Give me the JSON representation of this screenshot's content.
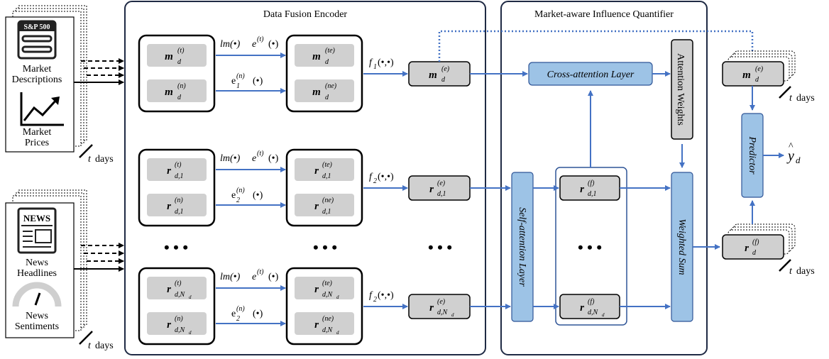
{
  "panels": {
    "encoder_title": "Data Fusion Encoder",
    "quantifier_title": "Market-aware Influence Quantifier"
  },
  "inputs": {
    "sp500": "S&P 500",
    "market_descriptions": [
      "Market",
      "Descriptions"
    ],
    "market_prices": [
      "Market",
      "Prices"
    ],
    "news_logo": "NEWS",
    "news_headlines": [
      "News",
      "Headlines"
    ],
    "news_sentiments": [
      "News",
      "Sentiments"
    ],
    "days": "days"
  },
  "symbols": {
    "m": "m",
    "r": "r",
    "sub_d": "d",
    "sub_d1": "d,1",
    "sub_dN": "d,N",
    "sub_Nd": "d",
    "sup_t": "(t)",
    "sup_n": "(n)",
    "sup_te": "(te)",
    "sup_ne": "(ne)",
    "sup_e": "(e)",
    "sup_f": "(f)",
    "t": "t",
    "ellipsis": "• • •"
  },
  "ops": {
    "lm": "lm(•)",
    "e_t": "e",
    "e_t_arg": "(•)",
    "e1": "e",
    "e1_sub": "1",
    "e2_sub": "2",
    "e_arg": "(•)",
    "f1": "f",
    "f1_sub": "1",
    "f2_sub": "2",
    "f_arg": "(•,•)"
  },
  "modules": {
    "cross_attention": "Cross-attention Layer",
    "attention_weights": "Attention Weights",
    "self_attention": "Self-attention Layer",
    "weighted_sum": "Weighted Sum",
    "predictor": "Predictor"
  },
  "output": {
    "y": "y",
    "hat": "^",
    "sub": "d"
  },
  "colors": {
    "arrow_blue": "#4472c4",
    "module_fill": "#9dc3e6",
    "token_gray": "#d0d0d0",
    "dark_box": "#1f2a44"
  }
}
